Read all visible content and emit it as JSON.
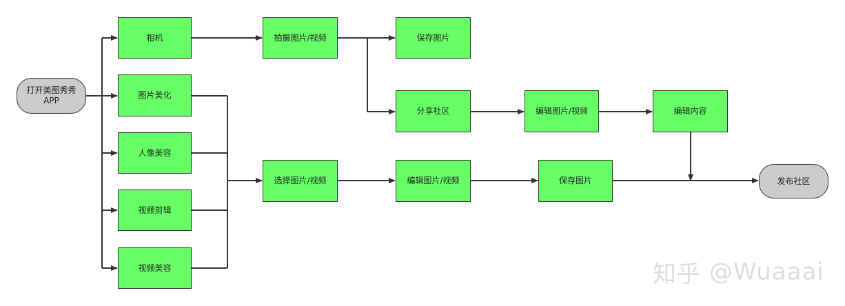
{
  "nodes": {
    "start": "打开美图秀秀\nAPP",
    "camera": "相机",
    "beautify": "图片美化",
    "portrait": "人像美容",
    "video_edit": "视频剪辑",
    "video_beauty": "视频美容",
    "shoot": "拍摄图片/视频",
    "save_top": "保存图片",
    "share": "分享社区",
    "edit_top": "编辑图片/视频",
    "edit_content": "编辑内容",
    "select": "选择图片/视频",
    "edit_mid": "编辑图片/视频",
    "save_mid": "保存图片",
    "publish": "发布社区"
  },
  "watermark": {
    "brand": "知乎",
    "handle": "@Wuaaai"
  },
  "colors": {
    "process_fill": "#66ff66",
    "terminal_fill": "#cccccc",
    "line": "#333333"
  }
}
